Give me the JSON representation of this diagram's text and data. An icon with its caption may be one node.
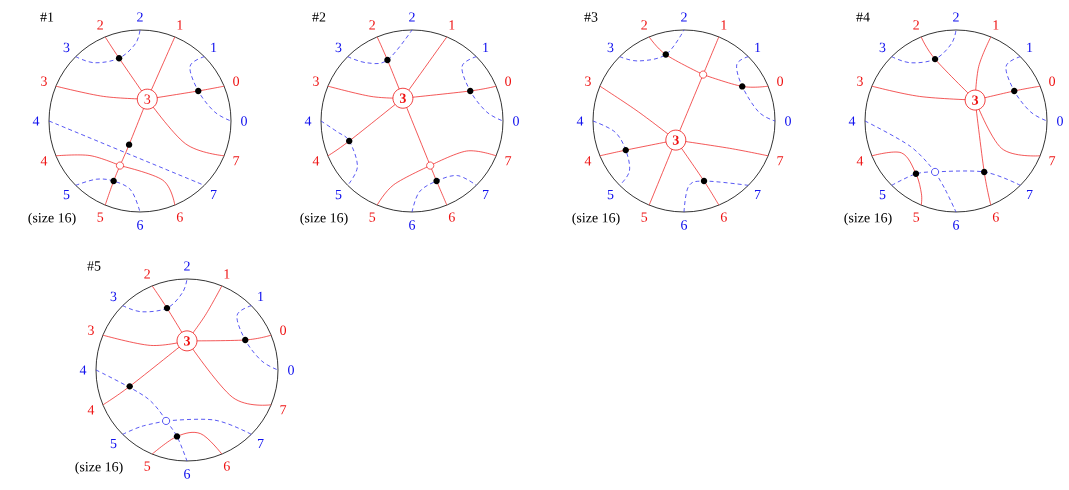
{
  "diagram": {
    "nodes": [
      {
        "text": [],
        "shape": "circle",
        "beside": [
          "#1",
          "(size 16)"
        ]
      },
      {
        "text": [
          "3"
        ],
        "in": 0
      },
      {
        "text": [],
        "shape": "circle",
        "beside": [
          "#2",
          "(size 16)"
        ]
      },
      {
        "text": [
          "3"
        ],
        "in": 2
      },
      {
        "text": [],
        "shape": "circle",
        "beside": [
          "#3",
          "(size 16)"
        ]
      },
      {
        "text": [
          "3"
        ],
        "in": 4
      },
      {
        "text": [],
        "shape": "circle",
        "beside": [
          "#4",
          "(size 16)"
        ]
      },
      {
        "text": [
          "3"
        ],
        "in": 6
      },
      {
        "text": [],
        "shape": "circle",
        "beside": [
          "#5",
          "(size 16)"
        ]
      },
      {
        "text": [
          "3"
        ],
        "in": 8
      }
    ],
    "labels": [
      "0",
      "1",
      "2",
      "3",
      "4",
      "5",
      "6",
      "7",
      "0",
      "1",
      "2",
      "3",
      "4",
      "5",
      "6",
      "7",
      "0",
      "1",
      "2",
      "3",
      "4",
      "5",
      "6",
      "7",
      "0",
      "1",
      "2",
      "3",
      "4",
      "5",
      "6",
      "7",
      "0",
      "1",
      "2",
      "3",
      "4",
      "5",
      "6",
      "7",
      "0",
      "1",
      "2",
      "3",
      "4",
      "5",
      "6",
      "7",
      "0",
      "1",
      "2",
      "3",
      "4",
      "5",
      "6",
      "7",
      "0",
      "1",
      "2",
      "3",
      "4",
      "5",
      "6",
      "7",
      "0",
      "1",
      "2",
      "3",
      "4",
      "5",
      "6",
      "7",
      "0",
      "1",
      "2",
      "3",
      "4",
      "5",
      "6",
      "7"
    ]
  }
}
